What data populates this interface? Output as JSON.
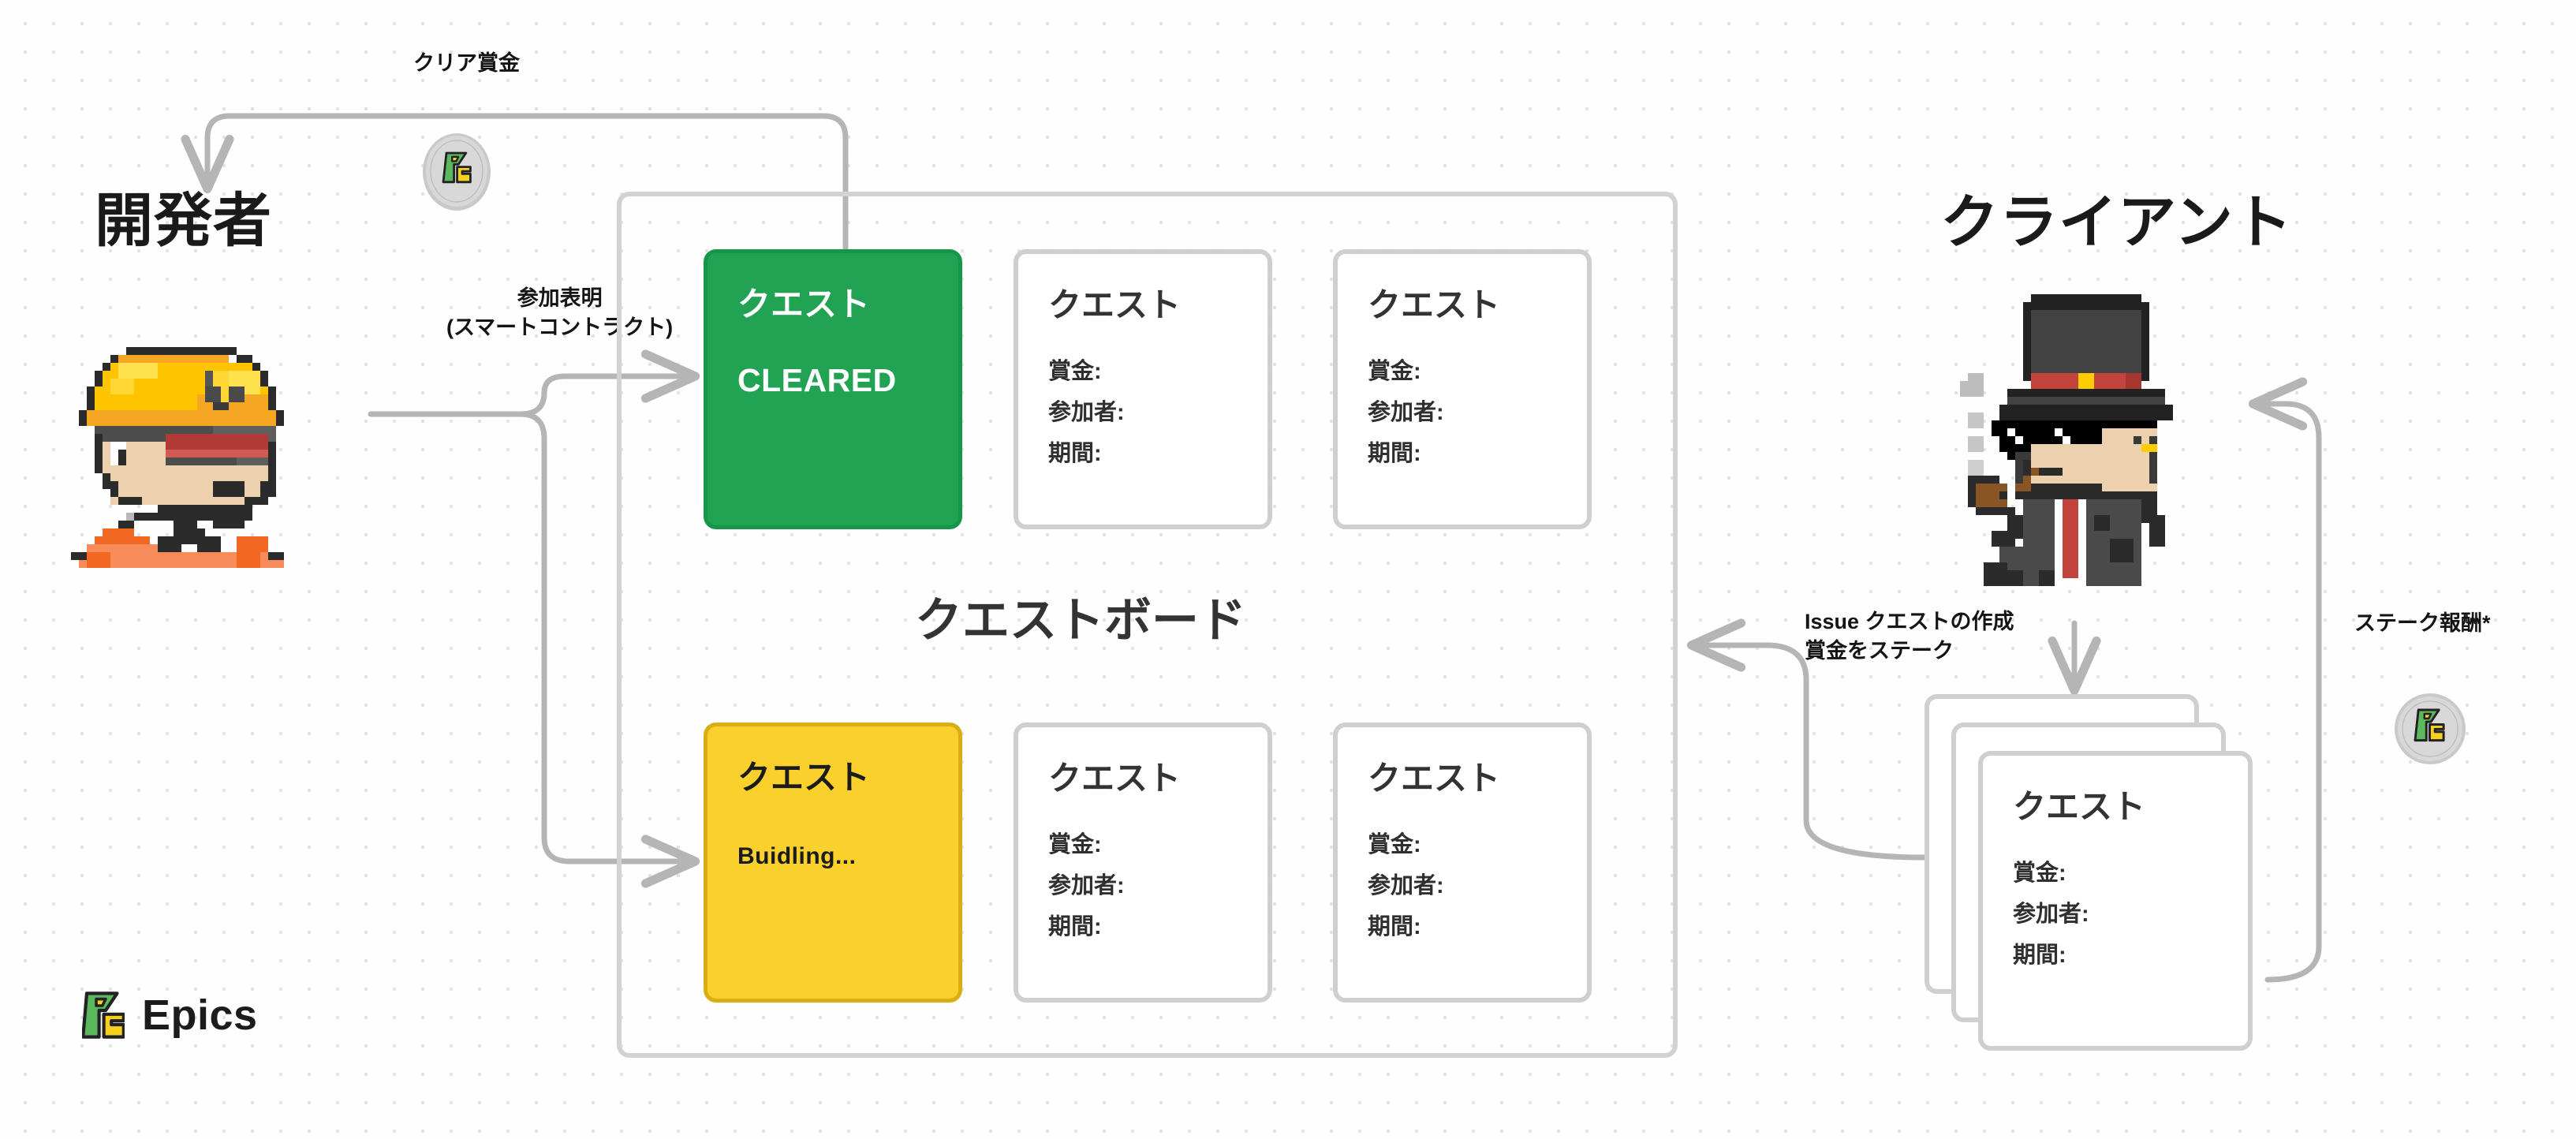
{
  "roles": {
    "developer": "開発者",
    "client": "クライアント"
  },
  "edges": {
    "clear_bounty": "クリア賞金",
    "join_line1": "参加表明",
    "join_line2": "(スマートコントラクト)",
    "issue_line1": "Issue クエストの作成",
    "issue_line2": "賞金をステーク",
    "stake_reward": "ステーク報酬*"
  },
  "board": {
    "title": "クエストボード",
    "cards": [
      {
        "title": "クエスト",
        "status": "CLEARED",
        "state": "cleared"
      },
      {
        "title": "クエスト",
        "status": "Buidling...",
        "state": "buidling"
      }
    ],
    "field_labels": {
      "bounty": "賞金:",
      "participants": "参加者:",
      "period": "期間:"
    },
    "plain_card_title": "クエスト"
  },
  "client_stack": {
    "card_title": "クエスト",
    "field_labels": {
      "bounty": "賞金:",
      "participants": "参加者:",
      "period": "期間:"
    }
  },
  "brand": {
    "name": "Epics",
    "logo_alt": "epics-logo"
  },
  "colors": {
    "cleared_green": "#21a353",
    "cleared_green_border": "#17964a",
    "buidling_yellow": "#fad02c",
    "buidling_yellow_border": "#d9ae14",
    "card_border": "#cfcfcf",
    "board_border": "#d2d2d2",
    "arrow": "#b5b5b5",
    "text_dark": "#1a1a1a",
    "logo_green": "#5cb85c",
    "logo_yellow": "#f5d020",
    "dot_grid": "#e3e3e3"
  }
}
